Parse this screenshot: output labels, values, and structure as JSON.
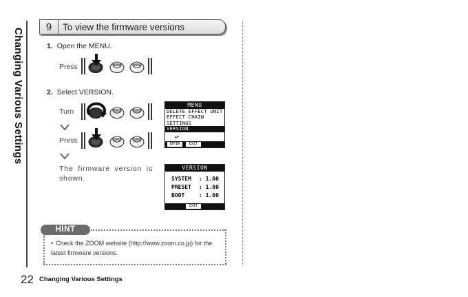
{
  "side_title": "Changing Various Settings",
  "section": {
    "number": "9",
    "title": "To view the firmware versions"
  },
  "steps": [
    {
      "num": "1.",
      "text": "Open the MENU.",
      "action": "Press"
    },
    {
      "num": "2.",
      "text": "Select VERSION.",
      "action_turn": "Turn",
      "action_press": "Press",
      "result": "The firmware version is shown."
    }
  ],
  "menu_screen": {
    "title": "MENU",
    "items": [
      "DELETE EFFECT UNIT",
      "EFFECT CHAIN",
      "SETTINGS",
      "VERSION"
    ],
    "selected_index": 3,
    "softkeys": [
      "ENTER",
      "EXIT"
    ]
  },
  "version_screen": {
    "title": "VERSION",
    "rows": [
      {
        "label": "SYSTEM",
        "value": ": 1.00"
      },
      {
        "label": "PRESET",
        "value": ": 1.00"
      },
      {
        "label": "BOOT",
        "value": ": 1.00"
      }
    ],
    "softkey": "EXIT"
  },
  "hint": {
    "label": "HINT",
    "text": "Check the ZOOM website (http://www.zoom.co.jp) for the latest firmware versions."
  },
  "footer": {
    "page_number": "22",
    "title": "Changing Various Settings"
  },
  "icons": [
    "press-arrow-icon",
    "turn-arrow-icon",
    "chevron-down-icon",
    "footswitch-icon"
  ]
}
